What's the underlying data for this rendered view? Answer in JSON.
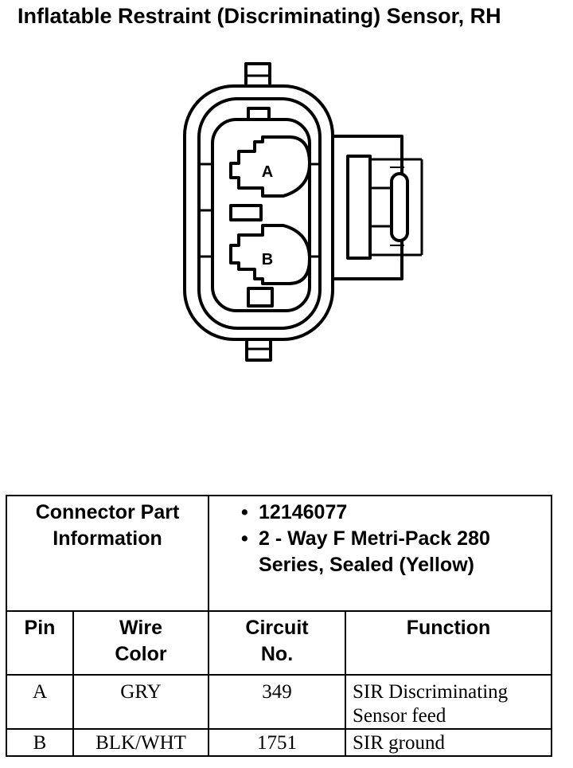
{
  "title": "Inflatable Restraint (Discriminating) Sensor, RH",
  "diagram": {
    "pin_labels": [
      "A",
      "B"
    ]
  },
  "table": {
    "part_info_label": "Connector Part Information",
    "part_info_items": [
      "12146077",
      "2 - Way F Metri-Pack 280 Series, Sealed (Yellow)"
    ],
    "headers": {
      "pin": "Pin",
      "wire_color": "Wire Color",
      "circuit_no": "Circuit No.",
      "function": "Function"
    },
    "rows": [
      {
        "pin": "A",
        "wire_color": "GRY",
        "circuit_no": "349",
        "function": "SIR Discriminating Sensor feed"
      },
      {
        "pin": "B",
        "wire_color": "BLK/WHT",
        "circuit_no": "1751",
        "function": "SIR ground"
      }
    ]
  }
}
